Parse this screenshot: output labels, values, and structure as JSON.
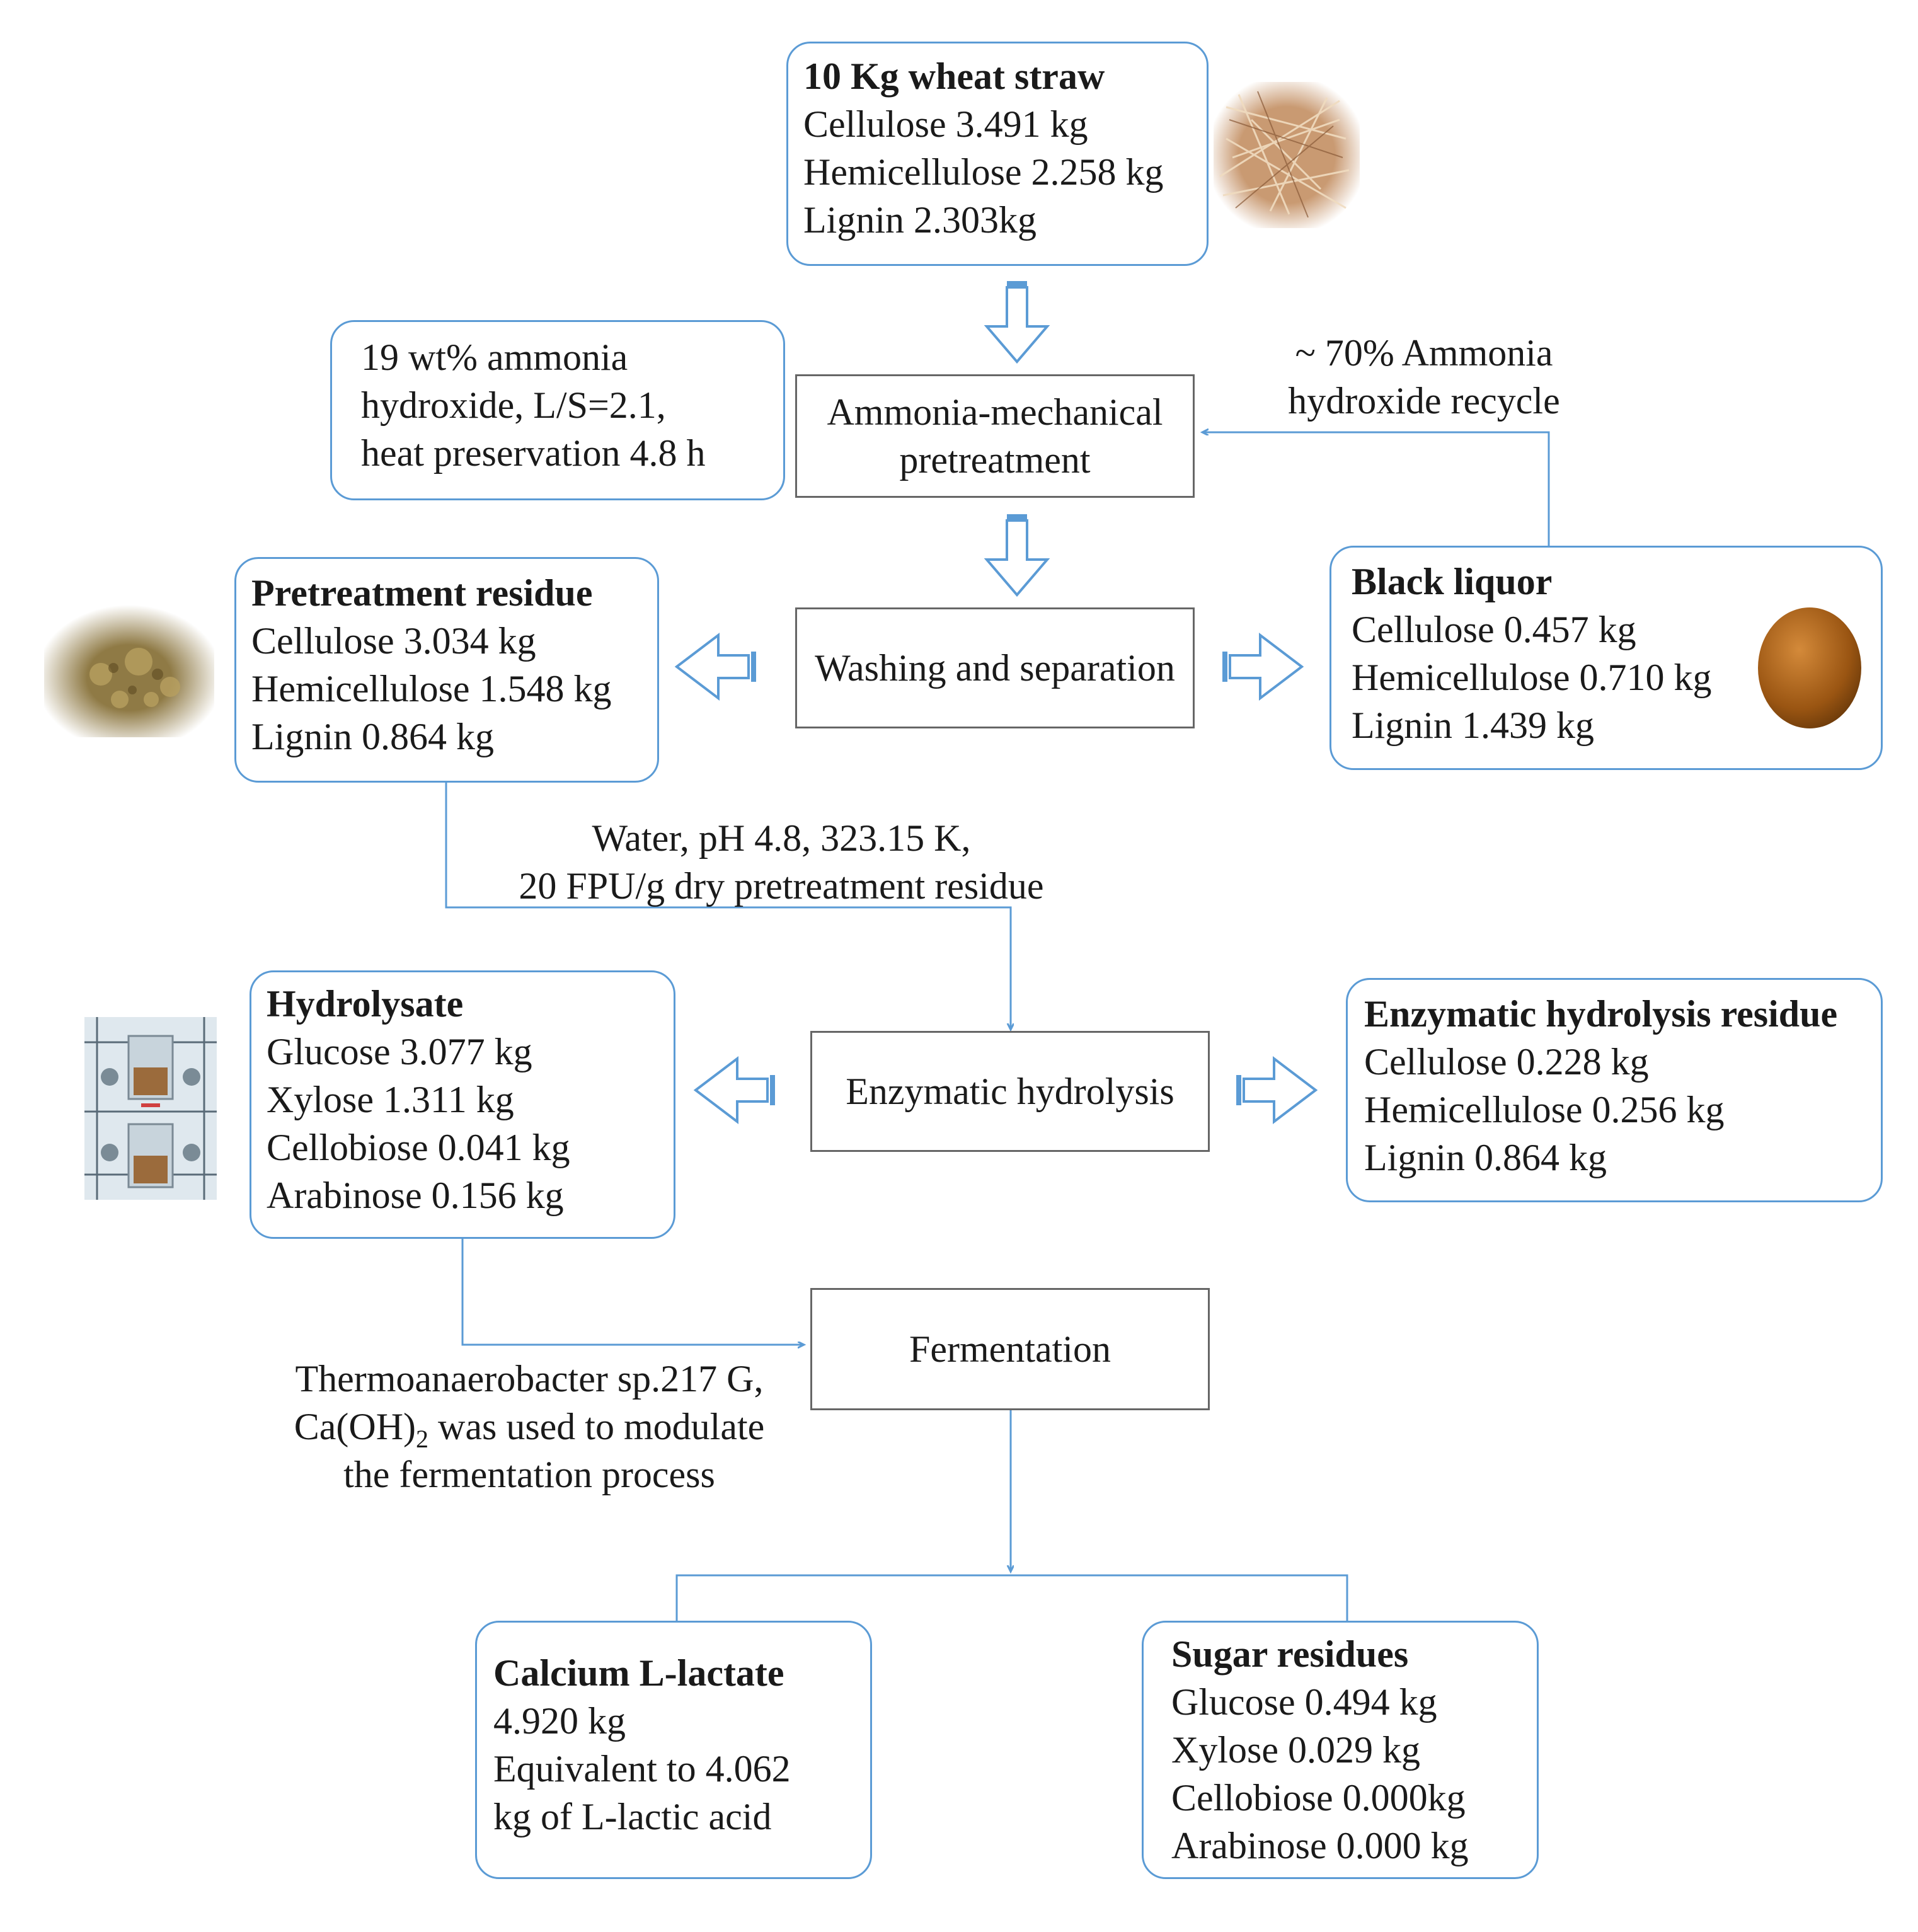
{
  "colors": {
    "accent": "#5b9bd5",
    "box_border": "#666666"
  },
  "wheat_straw": {
    "title": "10 Kg wheat straw",
    "lines": [
      "Cellulose 3.491 kg",
      "Hemicellulose 2.258 kg",
      "Lignin 2.303kg"
    ],
    "photo_icon": "wheat-straw-photo"
  },
  "conditions_pretreat": [
    "19 wt% ammonia",
    "hydroxide, L/S=2.1,",
    "heat preservation 4.8 h"
  ],
  "step_pretreatment": [
    "Ammonia-mechanical",
    "pretreatment"
  ],
  "recycle_note": [
    "~ 70% Ammonia",
    "hydroxide recycle"
  ],
  "step_washing": "Washing and separation",
  "pretreatment_residue": {
    "title": "Pretreatment residue",
    "lines": [
      "Cellulose 3.034 kg",
      "Hemicellulose 1.548 kg",
      "Lignin 0.864 kg"
    ],
    "photo_icon": "residue-photo"
  },
  "black_liquor": {
    "title": "Black liquor",
    "lines": [
      "Cellulose 0.457 kg",
      "Hemicellulose 0.710 kg",
      "Lignin 1.439 kg"
    ],
    "photo_icon": "black-liquor-photo"
  },
  "conditions_hydrolysis": [
    "Water, pH 4.8, 323.15 K,",
    "20 FPU/g dry pretreatment residue"
  ],
  "step_hydrolysis": "Enzymatic hydrolysis",
  "hydrolysate": {
    "title": "Hydrolysate",
    "lines": [
      "Glucose 3.077 kg",
      "Xylose 1.311 kg",
      "Cellobiose 0.041 kg",
      "Arabinose 0.156 kg"
    ],
    "photo_icon": "reactor-photo"
  },
  "enzymatic_residue": {
    "title": "Enzymatic hydrolysis residue",
    "lines": [
      "Cellulose 0.228 kg",
      "Hemicellulose 0.256 kg",
      "Lignin 0.864 kg"
    ]
  },
  "step_fermentation": "Fermentation",
  "conditions_fermentation": {
    "line1": "Thermoanaerobacter sp.217 G,",
    "line2_pre": "Ca(OH)",
    "line2_sub": "2",
    "line2_post": " was used to modulate",
    "line3": "the fermentation process"
  },
  "calcium_lactate": {
    "title": "Calcium L-lactate",
    "line1": "4.920 kg",
    "line2": "Equivalent to 4.062",
    "line3_pre": "kg of ",
    "line3_sc": "L",
    "line3_post": "-lactic acid"
  },
  "sugar_residues": {
    "title": "Sugar residues",
    "lines": [
      "Glucose 0.494 kg",
      "Xylose 0.029 kg",
      "Cellobiose 0.000kg",
      "Arabinose 0.000 kg"
    ]
  }
}
